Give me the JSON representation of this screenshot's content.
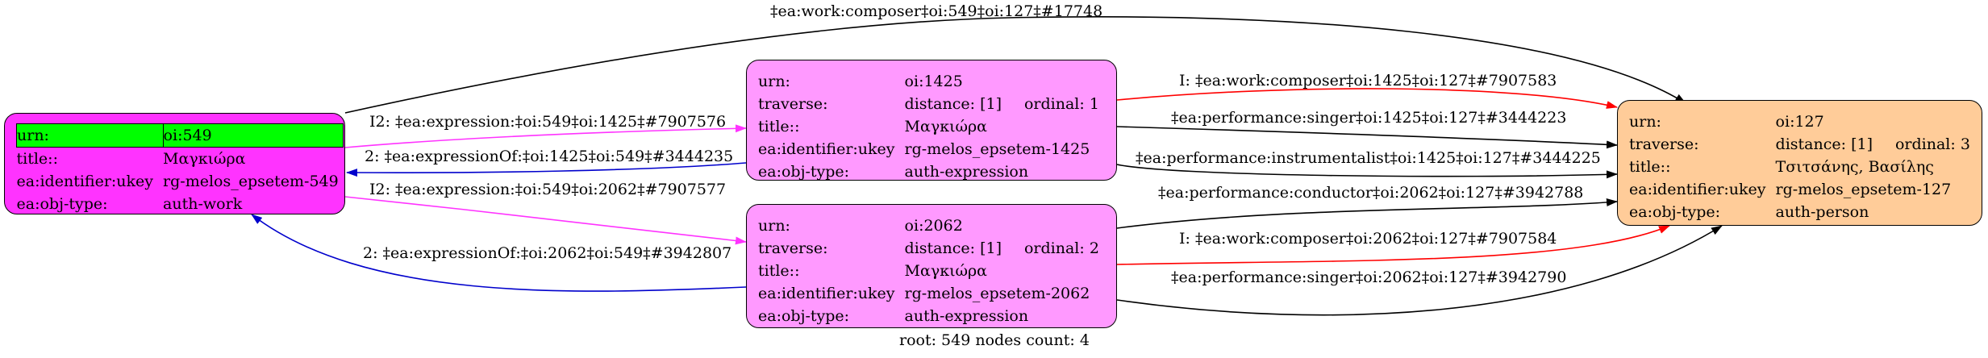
{
  "nodes": {
    "root": {
      "color": "#ff33ff",
      "rows": [
        {
          "key": "urn:",
          "value": "oi:549",
          "highlight": true
        },
        {
          "key": "title::",
          "value": "Μαγκιώρα"
        },
        {
          "key": "ea:identifier:ukey",
          "value": "rg-melos_epsetem-549"
        },
        {
          "key": "ea:obj-type:",
          "value": "auth-work"
        }
      ]
    },
    "expr1425": {
      "color": "#ff99ff",
      "rows": [
        {
          "key": "urn:",
          "value": "oi:1425"
        },
        {
          "key": "traverse:",
          "value": "distance: [1]",
          "extra": "ordinal: 1"
        },
        {
          "key": "title::",
          "value": "Μαγκιώρα"
        },
        {
          "key": "ea:identifier:ukey",
          "value": "rg-melos_epsetem-1425"
        },
        {
          "key": "ea:obj-type:",
          "value": "auth-expression"
        }
      ]
    },
    "expr2062": {
      "color": "#ff99ff",
      "rows": [
        {
          "key": "urn:",
          "value": "oi:2062"
        },
        {
          "key": "traverse:",
          "value": "distance: [1]",
          "extra": "ordinal: 2"
        },
        {
          "key": "title::",
          "value": "Μαγκιώρα"
        },
        {
          "key": "ea:identifier:ukey",
          "value": "rg-melos_epsetem-2062"
        },
        {
          "key": "ea:obj-type:",
          "value": "auth-expression"
        }
      ]
    },
    "person127": {
      "color": "#ffcc99",
      "rows": [
        {
          "key": "urn:",
          "value": "oi:127"
        },
        {
          "key": "traverse:",
          "value": "distance: [1]",
          "extra": "ordinal: 3"
        },
        {
          "key": "title::",
          "value": "Τσιτσάνης, Βασίλης"
        },
        {
          "key": "ea:identifier:ukey",
          "value": "rg-melos_epsetem-127"
        },
        {
          "key": "ea:obj-type:",
          "value": "auth-person"
        }
      ]
    }
  },
  "edges": {
    "composer_549_127": {
      "label": "‡ea:work:composer‡oi:549‡oi:127‡#17748",
      "color": "#000000"
    },
    "i2_549_1425": {
      "label": "I2: ‡ea:expression:‡oi:549‡oi:1425‡#7907576",
      "color": "#ff33ff"
    },
    "of_1425_549": {
      "label": "2: ‡ea:expressionOf:‡oi:1425‡oi:549‡#3444235",
      "color": "#0000cc"
    },
    "i2_549_2062": {
      "label": "I2: ‡ea:expression:‡oi:549‡oi:2062‡#7907577",
      "color": "#ff33ff"
    },
    "of_2062_549": {
      "label": "2: ‡ea:expressionOf:‡oi:2062‡oi:549‡#3942807",
      "color": "#0000cc"
    },
    "composer_1425_127": {
      "label": "I: ‡ea:work:composer‡oi:1425‡oi:127‡#7907583",
      "color": "#ff0000"
    },
    "singer_1425_127": {
      "label": "‡ea:performance:singer‡oi:1425‡oi:127‡#3444223",
      "color": "#000000"
    },
    "instr_1425_127": {
      "label": "‡ea:performance:instrumentalist‡oi:1425‡oi:127‡#3444225",
      "color": "#000000"
    },
    "conductor_2062_127": {
      "label": "‡ea:performance:conductor‡oi:2062‡oi:127‡#3942788",
      "color": "#000000"
    },
    "composer_2062_127": {
      "label": "I: ‡ea:work:composer‡oi:2062‡oi:127‡#7907584",
      "color": "#ff0000"
    },
    "singer_2062_127": {
      "label": "‡ea:performance:singer‡oi:2062‡oi:127‡#3942790",
      "color": "#000000"
    }
  },
  "footer": "root: 549 nodes count: 4"
}
